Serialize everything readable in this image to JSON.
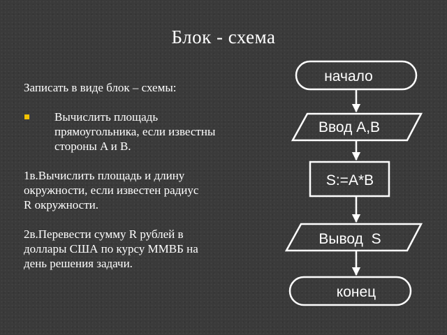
{
  "title": "Блок - схема",
  "task": {
    "intro": "Записать в виде блок – схемы:",
    "bullet": [
      "Вычислить площадь",
      "прямоугольника, если известны",
      "стороны A и B."
    ],
    "item1": [
      "1в.Вычислить площадь и длину",
      "окружности, если известен радиус",
      "R окружности."
    ],
    "item2": [
      "2в.Перевести сумму R рублей в",
      "доллары США по курсу ММВБ на",
      "день решения задачи."
    ]
  },
  "flowchart": {
    "start": "начало",
    "input": "Ввод A,B",
    "process": "S:=A*B",
    "output": "Вывод  S",
    "end": "конец"
  },
  "colors": {
    "accent_bullet": "#f2c200",
    "stroke": "#ffffff"
  }
}
